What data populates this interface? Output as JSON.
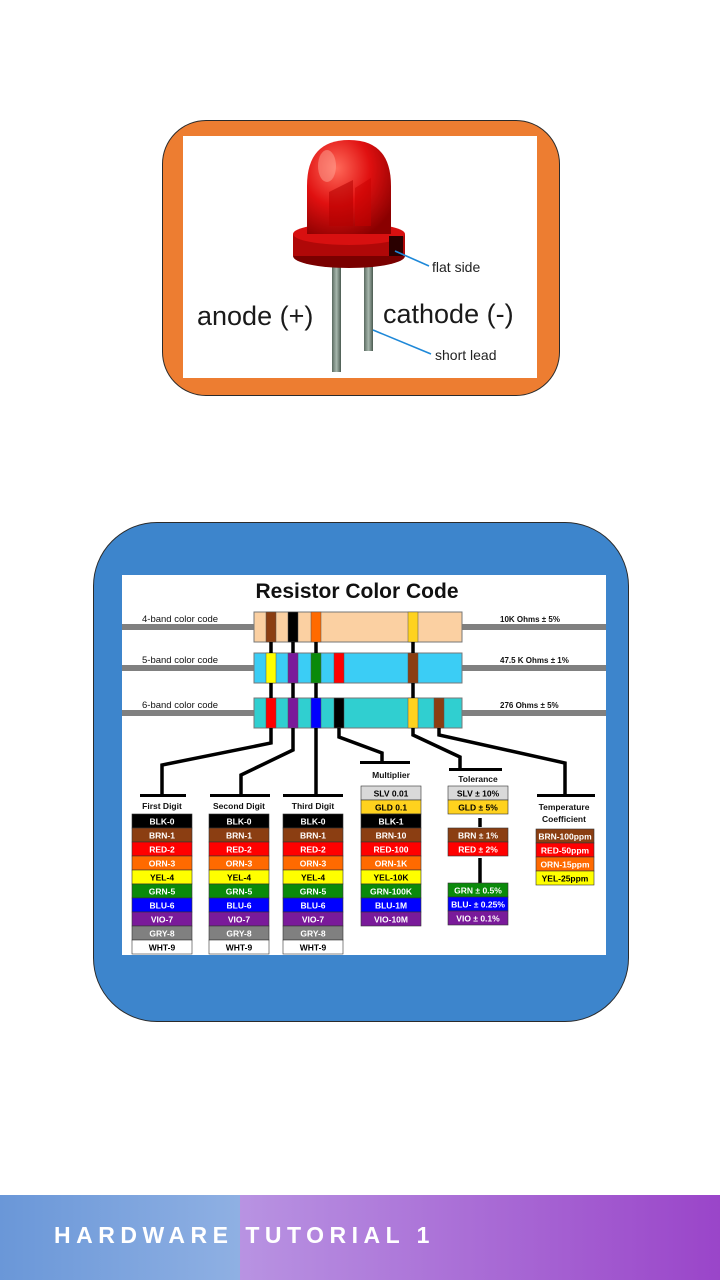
{
  "led": {
    "label_anode": "anode (+)",
    "label_cathode": "cathode (-)",
    "label_flat": "flat side",
    "label_short": "short lead",
    "colors": {
      "card": "#ed7d31",
      "led_body": "#e01010"
    }
  },
  "resistor": {
    "title": "Resistor Color Code",
    "bands": [
      {
        "label": "4-band color code",
        "value": "10K Ohms ± 5%"
      },
      {
        "label": "5-band color code",
        "value": "47.5 K Ohms ± 1%"
      },
      {
        "label": "6-band color code",
        "value": "276 Ohms ± 5%"
      }
    ],
    "digit_headers": [
      "First Digit",
      "Second Digit",
      "Third Digit"
    ],
    "digit_rows": [
      "BLK-0",
      "BRN-1",
      "RED-2",
      "ORN-3",
      "YEL-4",
      "GRN-5",
      "BLU-6",
      "VIO-7",
      "GRY-8",
      "WHT-9"
    ],
    "multiplier": {
      "header": "Multiplier",
      "rows": [
        "SLV 0.01",
        "GLD 0.1",
        "BLK-1",
        "BRN-10",
        "RED-100",
        "ORN-1K",
        "YEL-10K",
        "GRN-100K",
        "BLU-1M",
        "VIO-10M"
      ]
    },
    "tolerance": {
      "header": "Tolerance",
      "rows": [
        "SLV ± 10%",
        "GLD ±  5%",
        "BRN ± 1%",
        "RED ± 2%",
        "GRN ± 0.5%",
        "BLU- ± 0.25%",
        "VIO ± 0.1%"
      ]
    },
    "temperature": {
      "header_line1": "Temperature",
      "header_line2": "Coefficient",
      "rows": [
        "BRN-100ppm",
        "RED-50ppm",
        "ORN-15ppm",
        "YEL-25ppm"
      ]
    },
    "colors": {
      "card": "#3d85cc"
    }
  },
  "footer": {
    "title": "HARDWARE TUTORIAL 1"
  }
}
